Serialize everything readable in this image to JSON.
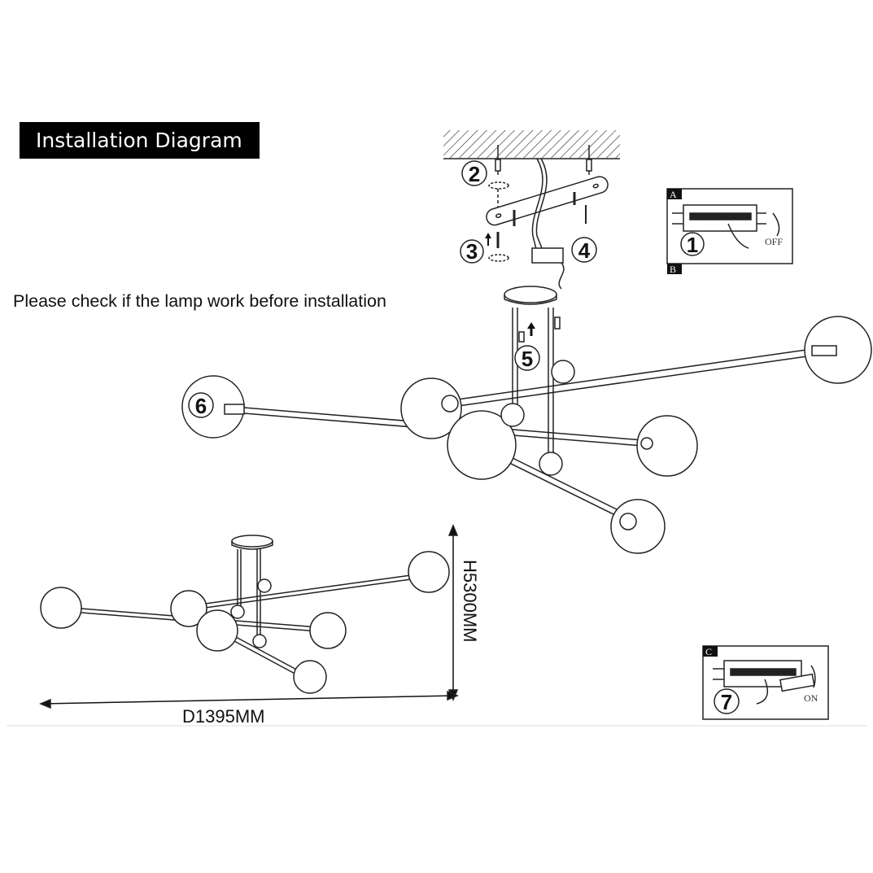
{
  "header": {
    "title": "Installation Diagram"
  },
  "note": "Please check if the lamp work before installation",
  "steps": {
    "s1": "1",
    "s2": "2",
    "s3": "3",
    "s4": "4",
    "s5": "5",
    "s6": "6",
    "s7": "7"
  },
  "breaker_panels": {
    "top": {
      "tag_a": "A",
      "tag_b": "B",
      "state": "OFF"
    },
    "bottom": {
      "tag_c": "C",
      "state": "ON"
    }
  },
  "dimensions": {
    "height": "H5300MM",
    "diameter": "D1395MM"
  }
}
